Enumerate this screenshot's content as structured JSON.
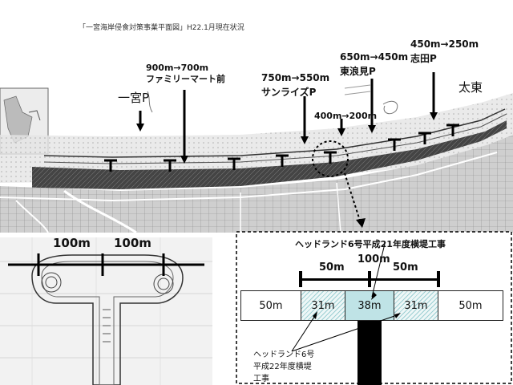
{
  "document_title": "「一宮海岸侵食対策事業平面図」H22.1月現在状況",
  "locations": {
    "ichinomiya": "一宮P",
    "family_mart": "900m→700m\nファミリーマート前",
    "sunrise": "750m→550m\nサンライズP",
    "sunrise_sub": "400m→200m",
    "higashinamimi": "650m→450m\n東浪見P",
    "shida": "450m→250m\n志田P",
    "taito": "太東"
  },
  "inset_dimensions": [
    "100m",
    "100m"
  ],
  "detail": {
    "title": "ヘッドランド6号平成21年度横堤工事",
    "overall": "100m",
    "half_left": "50m",
    "half_right": "50m",
    "segments": [
      "50m",
      "31m",
      "38m",
      "31m",
      "50m"
    ],
    "note_lines": [
      "ヘッドランド6号",
      "平成22年度横堤",
      "工事"
    ]
  },
  "colors": {
    "center_fill": "#bfe3e6",
    "hatch": "#6fb7bd",
    "stem": "#000000",
    "map_dark": "#3a3a3a",
    "sea": "#d9d9d9"
  }
}
